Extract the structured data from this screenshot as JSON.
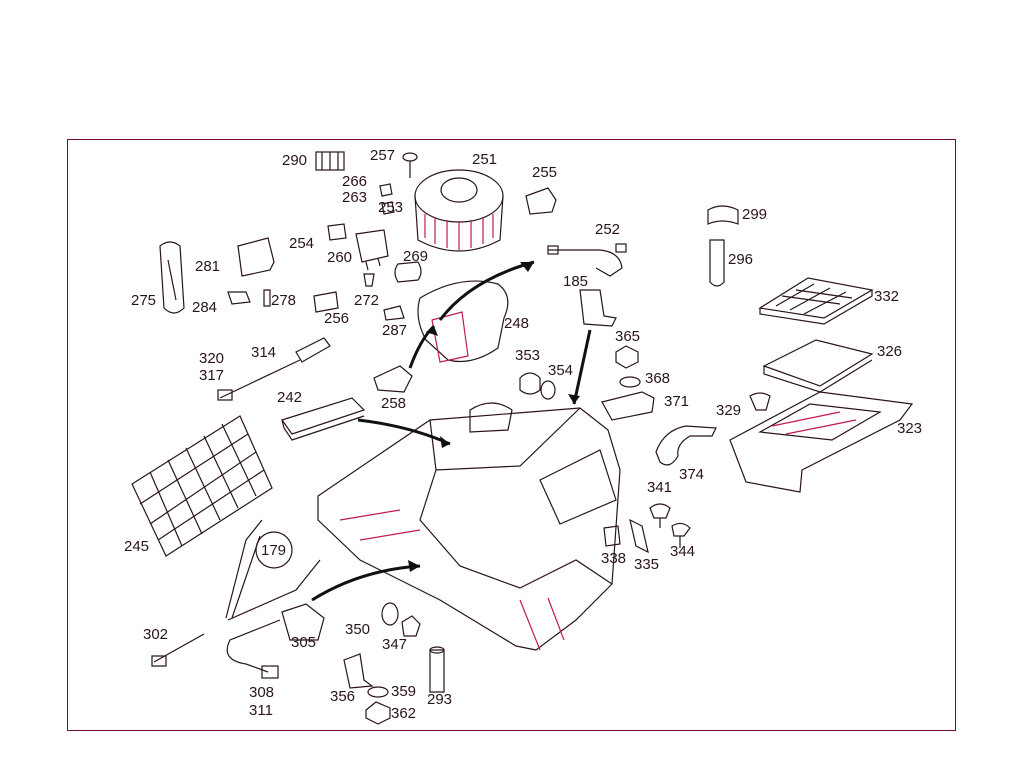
{
  "diagram": {
    "labels": {
      "p290": "290",
      "p257": "257",
      "p251": "251",
      "p255": "255",
      "p266": "266",
      "p263": "263",
      "p253": "253",
      "p299": "299",
      "p254": "254",
      "p252": "252",
      "p281": "281",
      "p260": "260",
      "p269": "269",
      "p296": "296",
      "p185": "185",
      "p275": "275",
      "p284": "284",
      "p278": "278",
      "p272": "272",
      "p332": "332",
      "p256": "256",
      "p287": "287",
      "p248": "248",
      "p365": "365",
      "p326": "326",
      "p320": "320",
      "p314": "314",
      "p317": "317",
      "p353": "353",
      "p354": "354",
      "p368": "368",
      "p258": "258",
      "p371": "371",
      "p329": "329",
      "p323": "323",
      "p242": "242",
      "p374": "374",
      "p341": "341",
      "p245": "245",
      "p179": "179",
      "p338": "338",
      "p335": "335",
      "p344": "344",
      "p302": "302",
      "p350": "350",
      "p305": "305",
      "p347": "347",
      "p308": "308",
      "p356": "356",
      "p359": "359",
      "p293": "293",
      "p311": "311",
      "p362": "362"
    },
    "colors": {
      "frame": "#7a1030",
      "accent": "#c2185b",
      "ink": "#2a1418"
    }
  }
}
